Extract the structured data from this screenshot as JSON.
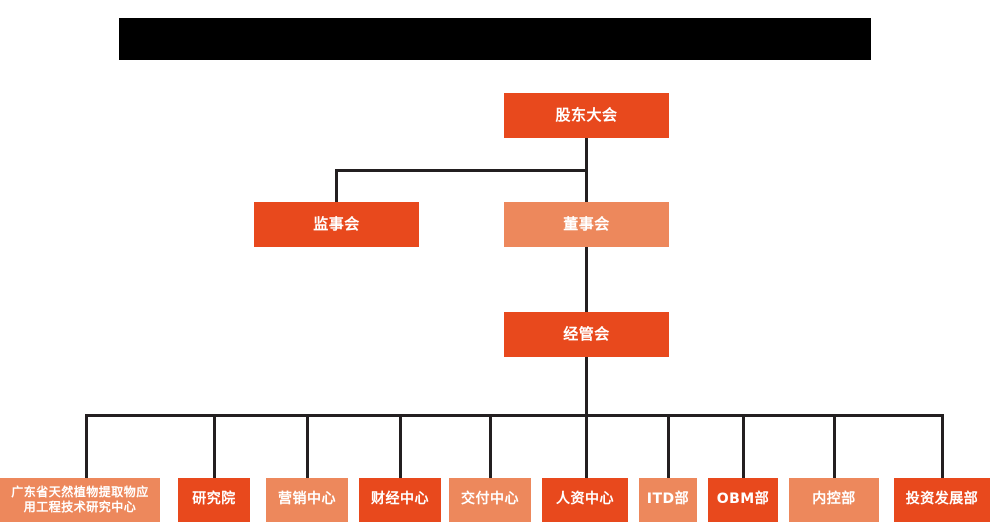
{
  "chart_data": {
    "type": "diagram",
    "title": "",
    "diagram_kind": "organizational-chart",
    "colors": {
      "dark_orange": "#E8491D",
      "light_orange": "#ED885C",
      "line": "#231f20",
      "background": "#FFFFFF",
      "redaction": "#000000"
    },
    "levels": [
      {
        "level": 1,
        "nodes": [
          "股东大会"
        ]
      },
      {
        "level": 2,
        "nodes": [
          "监事会",
          "董事会"
        ]
      },
      {
        "level": 3,
        "nodes": [
          "经管会"
        ]
      },
      {
        "level": 4,
        "nodes": [
          "广东省天然植物提取物应用工程技术研究中心",
          "研究院",
          "营销中心",
          "财经中心",
          "交付中心",
          "人资中心",
          "ITD部",
          "OBM部",
          "内控部",
          "投资发展部"
        ]
      }
    ],
    "edges": [
      [
        "股东大会",
        "监事会"
      ],
      [
        "股东大会",
        "董事会"
      ],
      [
        "董事会",
        "经管会"
      ],
      [
        "经管会",
        "广东省天然植物提取物应用工程技术研究中心"
      ],
      [
        "经管会",
        "研究院"
      ],
      [
        "经管会",
        "营销中心"
      ],
      [
        "经管会",
        "财经中心"
      ],
      [
        "经管会",
        "交付中心"
      ],
      [
        "经管会",
        "人资中心"
      ],
      [
        "经管会",
        "ITD部"
      ],
      [
        "经管会",
        "OBM部"
      ],
      [
        "经管会",
        "内控部"
      ],
      [
        "经管会",
        "投资发展部"
      ]
    ]
  },
  "header": {
    "title_bar_text": ""
  },
  "nodes": {
    "shareholders_meeting": {
      "label": "股东大会",
      "style": "dark"
    },
    "board_of_supervisors": {
      "label": "监事会",
      "style": "dark"
    },
    "board_of_directors": {
      "label": "董事会",
      "style": "light"
    },
    "management_committee": {
      "label": "经管会",
      "style": "dark"
    },
    "research_center": {
      "label": "广东省天然植物提取物应\n用工程技术研究中心",
      "style": "light"
    },
    "research_institute": {
      "label": "研究院",
      "style": "dark"
    },
    "marketing_center": {
      "label": "营销中心",
      "style": "light"
    },
    "finance_center": {
      "label": "财经中心",
      "style": "dark"
    },
    "delivery_center": {
      "label": "交付中心",
      "style": "light"
    },
    "hr_center": {
      "label": "人资中心",
      "style": "dark"
    },
    "itd_department": {
      "label": "ITD部",
      "style": "light"
    },
    "obm_department": {
      "label": "OBM部",
      "style": "dark"
    },
    "internal_control": {
      "label": "内控部",
      "style": "light"
    },
    "investment_dev": {
      "label": "投资发展部",
      "style": "dark"
    }
  }
}
